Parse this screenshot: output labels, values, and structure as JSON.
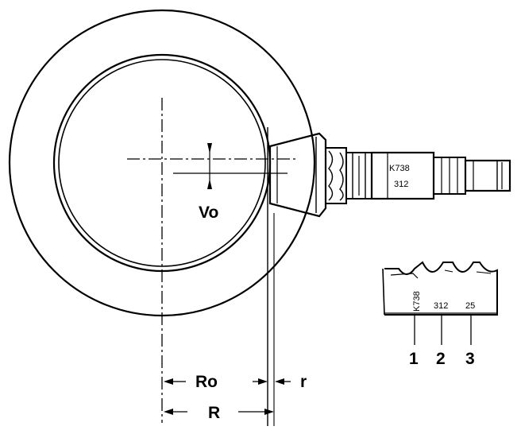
{
  "labels": {
    "vo": "Vo",
    "ro": "Ro",
    "r_small": "r",
    "r_big": "R"
  },
  "pinion_marking": {
    "code": "K738",
    "value": "312"
  },
  "tooth_marking": {
    "code": "K738",
    "value": "312",
    "deviation": "25"
  },
  "callouts": [
    "1",
    "2",
    "3"
  ],
  "colors": {
    "ink": "#000000",
    "paper": "#ffffff"
  }
}
